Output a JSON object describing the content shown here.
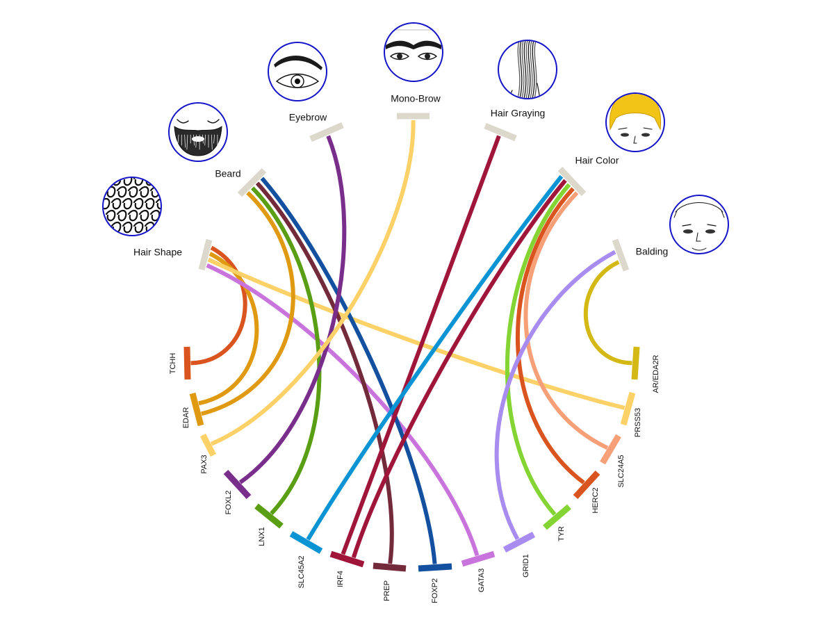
{
  "colors": {
    "trait_bar": "#ddd8cc",
    "icon_ring": "#1414c8"
  },
  "traits": [
    {
      "id": "hair_shape",
      "label": "Hair Shape",
      "icon": "curly-hair-icon"
    },
    {
      "id": "beard",
      "label": "Beard",
      "icon": "beard-icon"
    },
    {
      "id": "eyebrow",
      "label": "Eyebrow",
      "icon": "eye-eyebrow-icon"
    },
    {
      "id": "mono_brow",
      "label": "Mono-Brow",
      "icon": "mono-brow-icon"
    },
    {
      "id": "hair_graying",
      "label": "Hair Graying",
      "icon": "gray-hair-icon"
    },
    {
      "id": "hair_color",
      "label": "Hair Color",
      "icon": "blonde-hair-icon"
    },
    {
      "id": "balding",
      "label": "Balding",
      "icon": "balding-head-icon"
    }
  ],
  "genes": [
    {
      "id": "TCHH",
      "label": "TCHH",
      "color": "#d9541e"
    },
    {
      "id": "EDAR",
      "label": "EDAR",
      "color": "#e09a12"
    },
    {
      "id": "PAX3",
      "label": "PAX3",
      "color": "#fcd167"
    },
    {
      "id": "FOXL2",
      "label": "FOXL2",
      "color": "#7a2e8c"
    },
    {
      "id": "LNX1",
      "label": "LNX1",
      "color": "#5a9e14"
    },
    {
      "id": "SLC45A2",
      "label": "SLC45A2",
      "color": "#0b94d4"
    },
    {
      "id": "IRF4",
      "label": "IRF4",
      "color": "#a0163a"
    },
    {
      "id": "PREP",
      "label": "PREP",
      "color": "#732a3a"
    },
    {
      "id": "FOXP2",
      "label": "FOXP2",
      "color": "#1450a0"
    },
    {
      "id": "GATA3",
      "label": "GATA3",
      "color": "#c874dc"
    },
    {
      "id": "GRID1",
      "label": "GRID1",
      "color": "#a88cf0"
    },
    {
      "id": "TYR",
      "label": "TYR",
      "color": "#84d434"
    },
    {
      "id": "HERC2",
      "label": "HERC2",
      "color": "#d9541e"
    },
    {
      "id": "SLC24A5",
      "label": "SLC24A5",
      "color": "#f7a078"
    },
    {
      "id": "PRSS53",
      "label": "PRSS53",
      "color": "#fcd167"
    },
    {
      "id": "AR/EDA2R",
      "label": "AR/EDA2R",
      "color": "#d4b814"
    }
  ],
  "links": [
    {
      "trait": "hair_shape",
      "gene": "TCHH"
    },
    {
      "trait": "hair_shape",
      "gene": "EDAR"
    },
    {
      "trait": "hair_shape",
      "gene": "PRSS53"
    },
    {
      "trait": "hair_shape",
      "gene": "GATA3"
    },
    {
      "trait": "beard",
      "gene": "EDAR"
    },
    {
      "trait": "beard",
      "gene": "LNX1"
    },
    {
      "trait": "beard",
      "gene": "PREP"
    },
    {
      "trait": "beard",
      "gene": "FOXP2"
    },
    {
      "trait": "eyebrow",
      "gene": "FOXL2"
    },
    {
      "trait": "mono_brow",
      "gene": "PAX3"
    },
    {
      "trait": "hair_graying",
      "gene": "IRF4"
    },
    {
      "trait": "hair_color",
      "gene": "SLC45A2"
    },
    {
      "trait": "hair_color",
      "gene": "IRF4"
    },
    {
      "trait": "hair_color",
      "gene": "TYR"
    },
    {
      "trait": "hair_color",
      "gene": "HERC2"
    },
    {
      "trait": "hair_color",
      "gene": "SLC24A5"
    },
    {
      "trait": "balding",
      "gene": "GRID1"
    },
    {
      "trait": "balding",
      "gene": "AR/EDA2R"
    }
  ]
}
